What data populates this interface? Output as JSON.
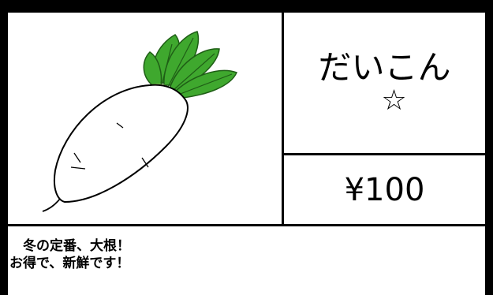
{
  "product": {
    "name": "だいこん",
    "star": "☆",
    "price": "¥100"
  },
  "description": {
    "lines": [
      "　冬の定番、大根！",
      "お得で、新鮮です！"
    ]
  },
  "image": {
    "icon": "daikon-icon",
    "colors": {
      "leaf": "#3fa82e",
      "leaf_dark": "#2b7d1f",
      "neck": "#c8e37a",
      "root": "#ffffff",
      "outline": "#000000"
    }
  }
}
